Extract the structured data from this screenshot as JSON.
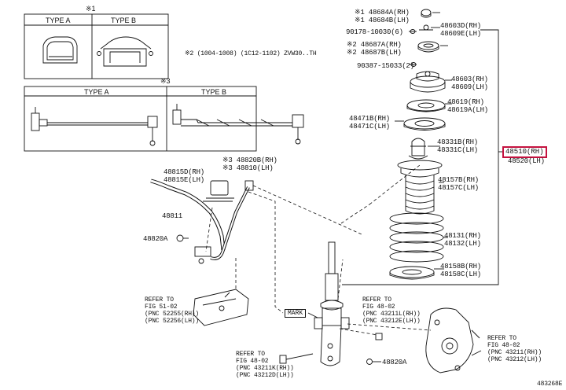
{
  "inset_top": {
    "marker": "※1",
    "type_a": "TYPE A",
    "type_b": "TYPE B"
  },
  "inset_note": "※2 (1004-1008) (1C12-1102) ZVW30..TH",
  "inset_mid": {
    "marker": "※3",
    "type_a": "TYPE A",
    "type_b": "TYPE B"
  },
  "parts": {
    "p48684": "※1 48684A(RH)\n※1 48684B(LH)",
    "p48603d": "48603D(RH)\n48609E(LH)",
    "p90178": "90178-10030(6)",
    "p48687": "※2 48687A(RH)\n※2 48687B(LH)",
    "p90387": "90387-15033(2)",
    "p48603": "48603(RH)\n48609(LH)",
    "p48619": "48619(RH)\n48619A(LH)",
    "p48471": "48471B(RH)\n48471C(LH)",
    "p48331": "48331B(RH)\n48331C(LH)",
    "p48510_rh": "48510(RH)",
    "p48510_lh": "48520(LH)",
    "p48157": "48157B(RH)\n48157C(LH)",
    "p48131": "48131(RH)\n48132(LH)",
    "p48158": "48158B(RH)\n48158C(LH)",
    "p48820b": "※3 48820B(RH)\n※3 48810(LH)",
    "p48815": "48815D(RH)\n48815E(LH)",
    "p48811": "48811",
    "p48820a_left": "48820A",
    "p48820a_right": "48820A",
    "mark": "MARK"
  },
  "refs": {
    "ref_51": "REFER TO\nFIG 51-02\n(PNC 52255(RH))\n(PNC 52256(LH))",
    "ref_48_mid": "REFER TO\nFIG 48-02\n(PNC 43211L(RH))\n(PNC 43212E(LH))",
    "ref_48_bottom": "REFER TO\nFIG 48-02\n(PNC 43211K(RH))\n(PNC 43212D(LH))",
    "ref_48_right": "REFER TO\nFIG 48-02\n(PNC 43211(RH))\n(PNC 43212(LH))"
  },
  "figure_id": "483268E",
  "colors": {
    "highlight": "#c4123f",
    "ink": "#111111"
  }
}
